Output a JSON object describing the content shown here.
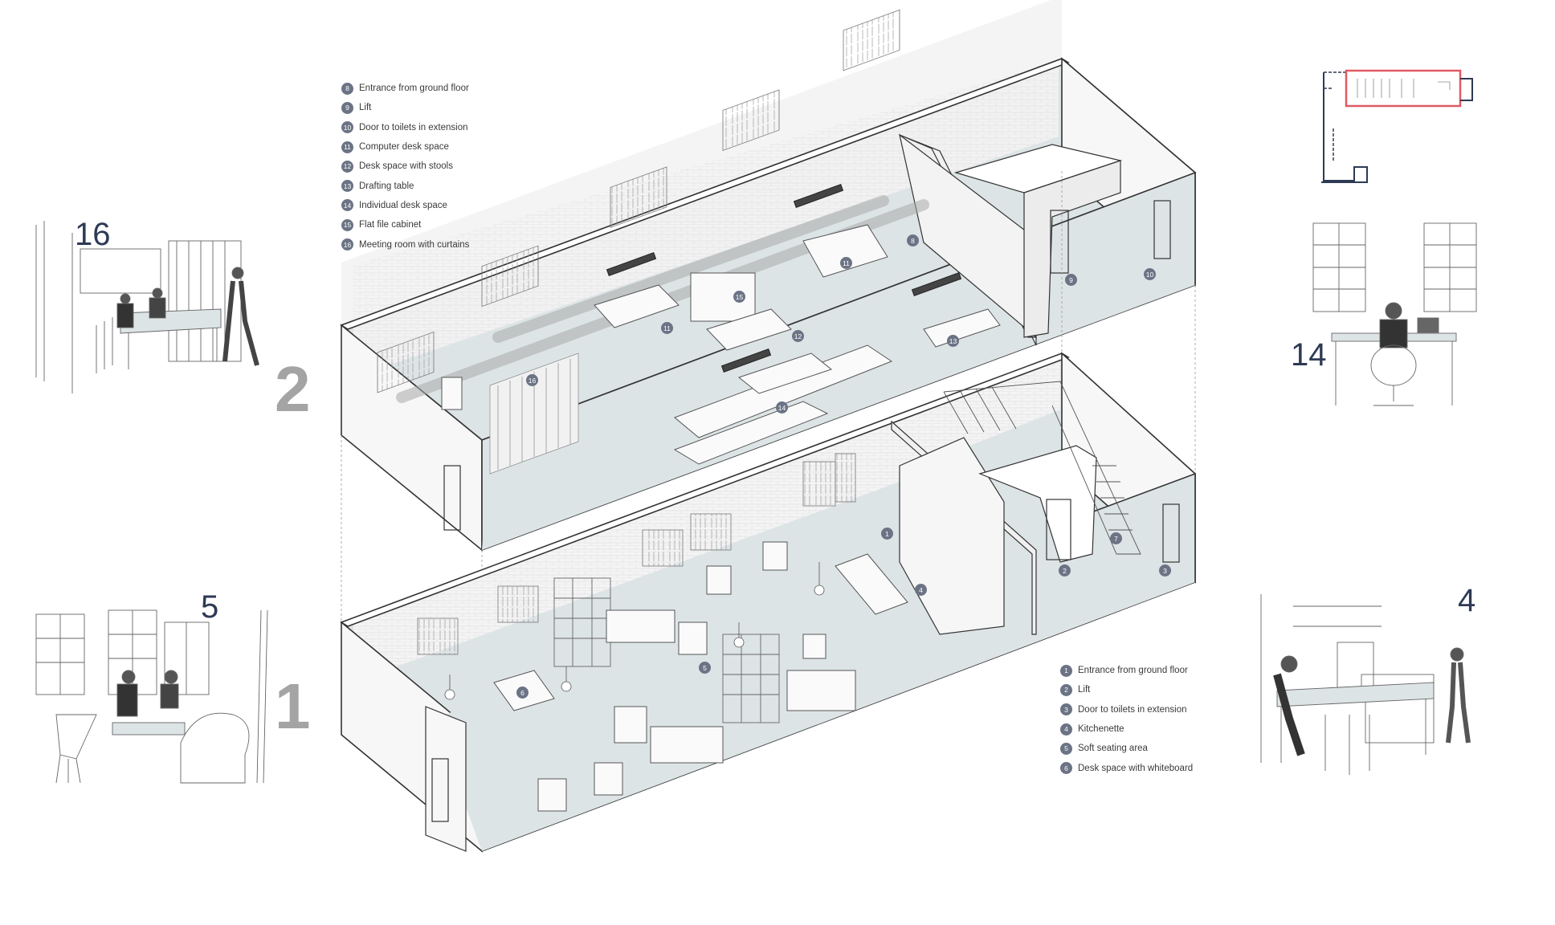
{
  "legend_upper": [
    {
      "num": "8",
      "label": "Entrance from ground floor"
    },
    {
      "num": "9",
      "label": "Lift"
    },
    {
      "num": "10",
      "label": "Door to toilets in extension"
    },
    {
      "num": "11",
      "label": "Computer desk space"
    },
    {
      "num": "12",
      "label": "Desk space with stools"
    },
    {
      "num": "13",
      "label": "Drafting table"
    },
    {
      "num": "14",
      "label": "Individual desk space"
    },
    {
      "num": "15",
      "label": "Flat file cabinet"
    },
    {
      "num": "16",
      "label": "Meeting room with curtains"
    }
  ],
  "legend_lower": [
    {
      "num": "1",
      "label": "Entrance from ground floor"
    },
    {
      "num": "2",
      "label": "Lift"
    },
    {
      "num": "3",
      "label": "Door to toilets in extension"
    },
    {
      "num": "4",
      "label": "Kitchenette"
    },
    {
      "num": "5",
      "label": "Soft seating area"
    },
    {
      "num": "6",
      "label": "Desk space with whiteboard"
    }
  ],
  "floors": {
    "upper": "2",
    "lower": "1"
  },
  "vignettes": {
    "v16": "16",
    "v14": "14",
    "v5": "5",
    "v4": "4"
  },
  "markers": {
    "m1": "1",
    "m2": "2",
    "m3": "3",
    "m4": "4",
    "m5": "5",
    "m6": "6",
    "m7": "7",
    "m8": "8",
    "m9": "9",
    "m10": "10",
    "m11a": "11",
    "m11b": "11",
    "m12": "12",
    "m13": "13",
    "m14": "14",
    "m15": "15",
    "m16": "16"
  },
  "colors": {
    "floor": "#dde4e6",
    "wall": "#f6f6f6",
    "marker": "#6b7385",
    "keyplan_highlight": "#e05a63",
    "keyplan_line": "#2e3a55",
    "floor_number": "#a4a4a4"
  }
}
